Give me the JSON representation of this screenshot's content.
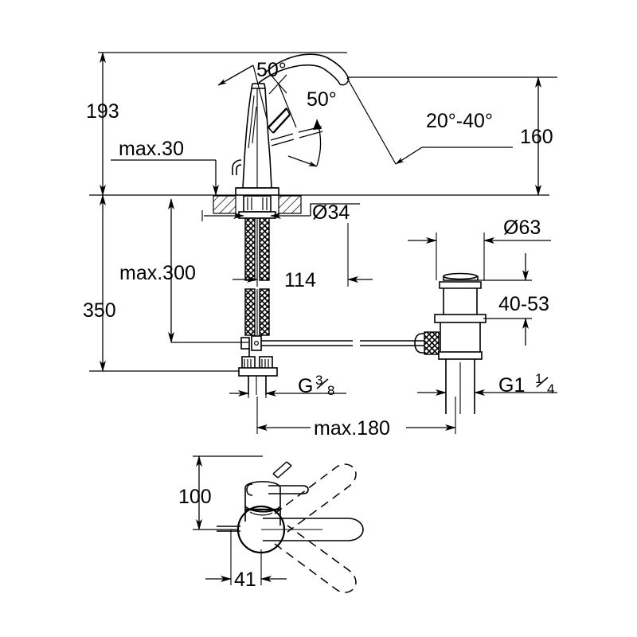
{
  "drawing": {
    "title": "Basin mixer technical dimension drawing",
    "units": "mm",
    "line_color": "#000000",
    "background_color": "#ffffff",
    "views": [
      {
        "name": "front-elevation",
        "description": "Faucet front elevation with supply hoses and drain assembly"
      },
      {
        "name": "top-plan",
        "description": "Top plan view of lever swivel range"
      }
    ]
  },
  "dimensions": {
    "height_spout": "193",
    "max_deck_thickness": "max.30",
    "total_height": "350",
    "max_hose_length": "max.300",
    "projection": "160",
    "spout_reach": "114",
    "hole_diameter": "Ø34",
    "flange_diameter": "Ø63",
    "basin_thickness_range": "40-53",
    "max_rod_length": "max.180",
    "supply_thread": "G",
    "supply_thread_num": "3",
    "supply_thread_den": "8",
    "drain_thread": "G1",
    "drain_thread_num": "1",
    "drain_thread_den": "4",
    "plan_offset": "100",
    "plan_spout_width": "41"
  },
  "angles": {
    "lever_up": "50°",
    "lever_side": "50°",
    "spray_range": "20°-40°"
  }
}
